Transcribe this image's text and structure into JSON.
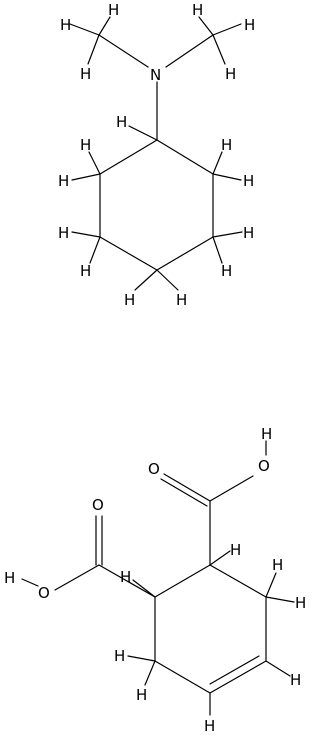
{
  "molecules": [
    {
      "name": "N,N-dimethylcyclohexylamine",
      "atoms": [
        {
          "id": "N1",
          "label": "N"
        },
        {
          "id": "H1",
          "label": "H"
        },
        {
          "id": "H2",
          "label": "H"
        },
        {
          "id": "H3",
          "label": "H"
        },
        {
          "id": "H4",
          "label": "H"
        },
        {
          "id": "H5",
          "label": "H"
        },
        {
          "id": "H6",
          "label": "H"
        },
        {
          "id": "H7",
          "label": "H"
        },
        {
          "id": "H8",
          "label": "H"
        },
        {
          "id": "H9",
          "label": "H"
        },
        {
          "id": "H10",
          "label": "H"
        },
        {
          "id": "H11",
          "label": "H"
        },
        {
          "id": "H12",
          "label": "H"
        },
        {
          "id": "H13",
          "label": "H"
        },
        {
          "id": "H14",
          "label": "H"
        },
        {
          "id": "H15",
          "label": "H"
        },
        {
          "id": "H16",
          "label": "H"
        },
        {
          "id": "H17",
          "label": "H"
        }
      ]
    },
    {
      "name": "cyclohex-4-ene-1,2-dicarboxylic acid",
      "atoms": [
        {
          "id": "O1",
          "label": "O"
        },
        {
          "id": "O2",
          "label": "O"
        },
        {
          "id": "O3",
          "label": "O"
        },
        {
          "id": "O4",
          "label": "O"
        },
        {
          "id": "HO1",
          "label": "H"
        },
        {
          "id": "HO2",
          "label": "H"
        },
        {
          "id": "Hb1",
          "label": "H"
        },
        {
          "id": "Hb2",
          "label": "H"
        },
        {
          "id": "Hb3",
          "label": "H"
        },
        {
          "id": "Hb4",
          "label": "H"
        },
        {
          "id": "Hb5",
          "label": "H"
        },
        {
          "id": "Hb6",
          "label": "H"
        },
        {
          "id": "Hb7",
          "label": "H"
        },
        {
          "id": "Hb8",
          "label": "H"
        }
      ]
    }
  ]
}
